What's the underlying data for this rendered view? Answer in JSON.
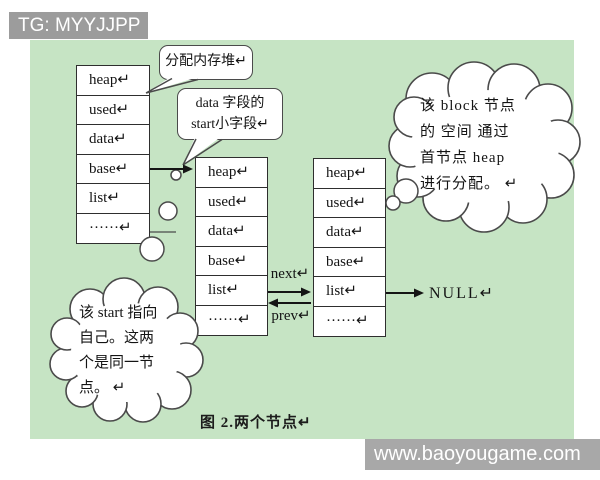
{
  "header": {
    "tg_label": "TG: MYYJJPP"
  },
  "watermark": {
    "url_text": "www.baoyougame.com"
  },
  "caption": "图 2.两个节点↵",
  "tables": [
    {
      "name": "node-a",
      "fields": [
        "heap↵",
        "used↵",
        "data↵",
        "base↵",
        "list↵",
        "······↵"
      ]
    },
    {
      "name": "node-b",
      "fields": [
        "heap↵",
        "used↵",
        "data↵",
        "base↵",
        "list↵",
        "······↵"
      ]
    },
    {
      "name": "node-c",
      "fields": [
        "heap↵",
        "used↵",
        "data↵",
        "base↵",
        "list↵",
        "······↵"
      ]
    }
  ],
  "callouts": {
    "alloc_bubble": "分配内存堆↵",
    "data_field_bubble": {
      "line1": "data 字段的",
      "line2": "start小字段↵"
    },
    "right_cloud": {
      "lines": [
        "该 block 节点",
        "的 空间 通过",
        "首节点  heap",
        "进行分配。 ↵"
      ]
    },
    "left_cloud": {
      "lines": [
        "该 start 指向",
        "自己。这两",
        "个是同一节",
        "点。 ↵"
      ]
    }
  },
  "edges": {
    "next_label": "next↵",
    "prev_label": "prev↵",
    "null_label": "NULL↵"
  },
  "colors": {
    "panel_green": "#c6e4c4",
    "header_gray": "#9c9c9c",
    "watermark_gray": "#a8a8a8",
    "ink": "#1a1a1a"
  }
}
